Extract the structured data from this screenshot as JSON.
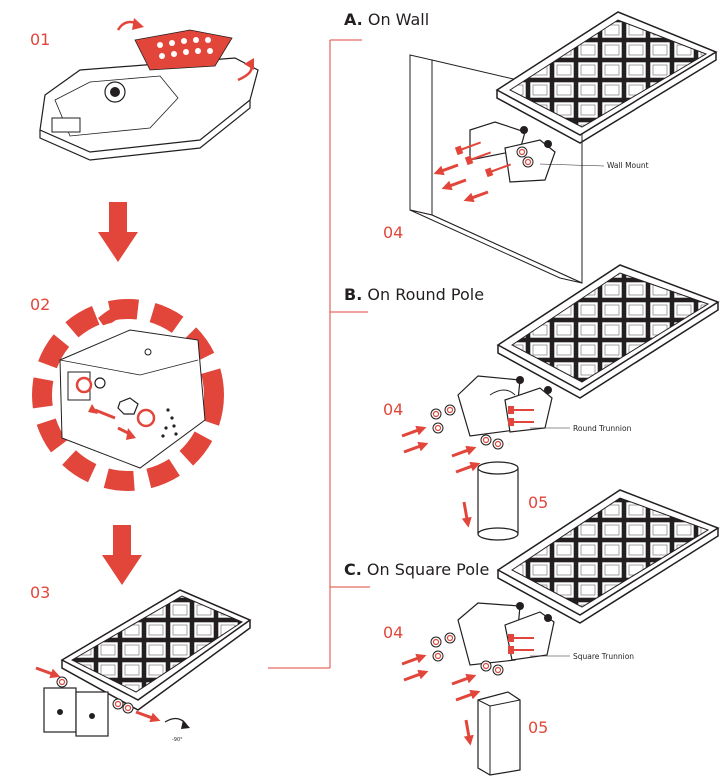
{
  "colors": {
    "accent": "#e2463b",
    "ink": "#231f20",
    "panel_cell": "#ffffff",
    "bg": "#ffffff"
  },
  "steps": {
    "s01": "01",
    "s02": "02",
    "s03": "03"
  },
  "sections": {
    "wall": {
      "letter": "A.",
      "title": "On Wall",
      "step": "04",
      "callout": "Wall Mount"
    },
    "round": {
      "letter": "B.",
      "title": "On Round Pole",
      "step": "04",
      "pole_step": "05",
      "callout": "Round Trunnion"
    },
    "square": {
      "letter": "C.",
      "title": "On Square Pole",
      "step": "04",
      "pole_step": "05",
      "callout": "Square Trunnion"
    }
  },
  "rotation_note": "-90°",
  "icons": [
    "down-arrow-icon",
    "rotate-arrow-icon",
    "bolt-icon",
    "nut-icon"
  ]
}
